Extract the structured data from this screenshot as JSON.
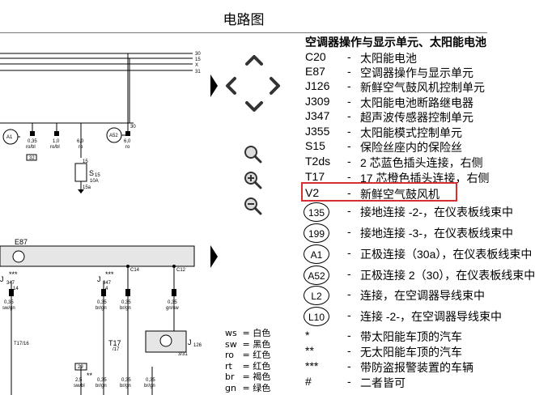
{
  "page_title": "电路图",
  "diagram": {
    "bus_lines": [
      "30",
      "15",
      "X",
      "31"
    ],
    "e87_label": "E87",
    "t_labels": [
      "30",
      "30"
    ],
    "connectors": [
      {
        "label": "A1"
      },
      {
        "label": "A52"
      }
    ],
    "wires_top": [
      {
        "size": "0,35",
        "color": "ro/bl"
      },
      {
        "size": "1,0",
        "color": "ro/bl"
      },
      {
        "size": "6,0",
        "color": "ro"
      },
      {
        "size": "6,0",
        "color": "ro"
      }
    ],
    "fuse": {
      "name": "S",
      "sub": "15",
      "rating": "10A",
      "pin_top": "15",
      "pin_bottom": "15a",
      "box": "32"
    },
    "junctions": [
      "C14",
      "C12"
    ],
    "j347_a": {
      "name": "J",
      "sub": "347",
      "pin": "14",
      "stars": "***",
      "size": "0,35",
      "color": "sw/gn"
    },
    "j347_b": {
      "name": "J",
      "sub": "347",
      "pin": "4",
      "stars": "***",
      "size": "0,35",
      "color": "br/gn"
    },
    "wire_c14": {
      "size": "0,35",
      "color": "br/gn"
    },
    "wire_c12": {
      "size": "0,35",
      "color": "gn/sw"
    },
    "t17_16": "T17/16",
    "t17_17": {
      "name": "T17",
      "sub": "/17"
    },
    "j126": {
      "name": "J",
      "sub": "126",
      "pin": "3/31"
    },
    "bottom_wires": [
      {
        "box": "29",
        "size": "2,5",
        "color": "sw/bl",
        "stars": "**"
      },
      {
        "size": "0,35",
        "color": "br/gn"
      },
      {
        "size": "0,35",
        "color": "br/gn"
      },
      {
        "size": "0,35",
        "color": "br/gn"
      }
    ]
  },
  "nav_icons": [
    "up-arrow-icon",
    "left-arrow-icon",
    "right-arrow-icon",
    "down-arrow-icon",
    "magnifier-icon",
    "zoom-in-icon",
    "zoom-out-icon"
  ],
  "color_legend": [
    {
      "code": "ws",
      "name": "白色"
    },
    {
      "code": "sw",
      "name": "黑色"
    },
    {
      "code": "ro",
      "name": "红色"
    },
    {
      "code": "rt",
      "name": "红色"
    },
    {
      "code": "br",
      "name": "褐色"
    },
    {
      "code": "gn",
      "name": "绿色"
    }
  ],
  "panel": {
    "title": "空调器操作与显示单元、太阳能电池",
    "items": [
      {
        "code": "C20",
        "desc": "太阳能电池"
      },
      {
        "code": "E87",
        "desc": "空调器操作与显示单元"
      },
      {
        "code": "J126",
        "desc": "新鲜空气鼓风机控制单元"
      },
      {
        "code": "J309",
        "desc": "太阳能电池断路继电器"
      },
      {
        "code": "J347",
        "desc": "超声波传感器控制单元"
      },
      {
        "code": "J355",
        "desc": "太阳能模式控制单元"
      },
      {
        "code": "S15",
        "desc": "保险丝座内的保险丝"
      },
      {
        "code": "T2ds",
        "desc": "2 芯蓝色插头连接，右侧"
      },
      {
        "code": "T17",
        "desc": "17 芯橙色插头连接，右侧"
      },
      {
        "code": "V2",
        "desc": "新鲜空气鼓风机"
      },
      {
        "code": "135",
        "desc": "接地连接 -2-，在仪表板线束中"
      },
      {
        "code": "199",
        "desc": "接地连接 -3-，在仪表板线束中"
      },
      {
        "code": "A1",
        "desc": "正极连接（30a），在仪表板线束中"
      },
      {
        "code": "A52",
        "desc": "正极连接 2（30），在仪表板线束中"
      },
      {
        "code": "L2",
        "desc": "连接，在空调器导线束中"
      },
      {
        "code": "L10",
        "desc": "连接 -2-，在空调器导线束中"
      },
      {
        "code": "*",
        "desc": "带太阳能车顶的汽车"
      },
      {
        "code": "**",
        "desc": "无太阳能车顶的汽车"
      },
      {
        "code": "***",
        "desc": "带防盗报警装置的车辆"
      },
      {
        "code": "#",
        "desc": "二者皆可"
      }
    ]
  }
}
